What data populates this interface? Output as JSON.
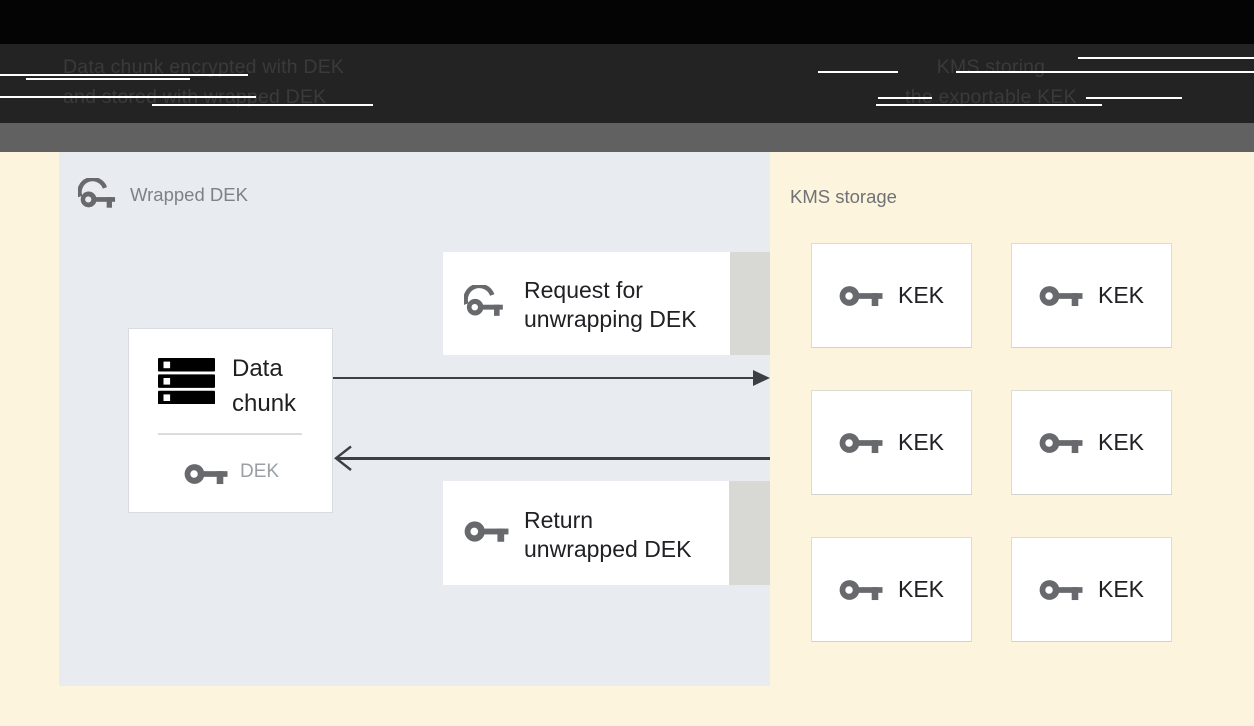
{
  "header": {
    "left_caption": {
      "line1": "Data chunk encrypted with DEK",
      "line2": "and stored with wrapped DEK"
    },
    "right_caption": {
      "line1": "KMS storing",
      "line2": "the exportable KEK"
    }
  },
  "diagram": {
    "wrapped_dek_panel": {
      "label": "Wrapped DEK"
    },
    "data_chunk_node": {
      "title_line1": "Data",
      "title_line2": "chunk",
      "key_label": "DEK"
    },
    "request_node": {
      "line1": "Request for",
      "line2": "unwrapping DEK"
    },
    "return_node": {
      "line1": "Return",
      "line2": "unwrapped DEK"
    },
    "kms": {
      "label": "KMS storage",
      "keks": [
        "KEK",
        "KEK",
        "KEK",
        "KEK",
        "KEK",
        "KEK"
      ]
    }
  },
  "colors": {
    "page_background": "#fcf4dd",
    "panel_background": "#e8ecf0",
    "header_background": "#232323",
    "gray_bar": "#616161",
    "arrow": "#3c4045",
    "icon_gray": "#67696c",
    "text_dark": "#202124",
    "text_muted": "#9aa0a6"
  }
}
